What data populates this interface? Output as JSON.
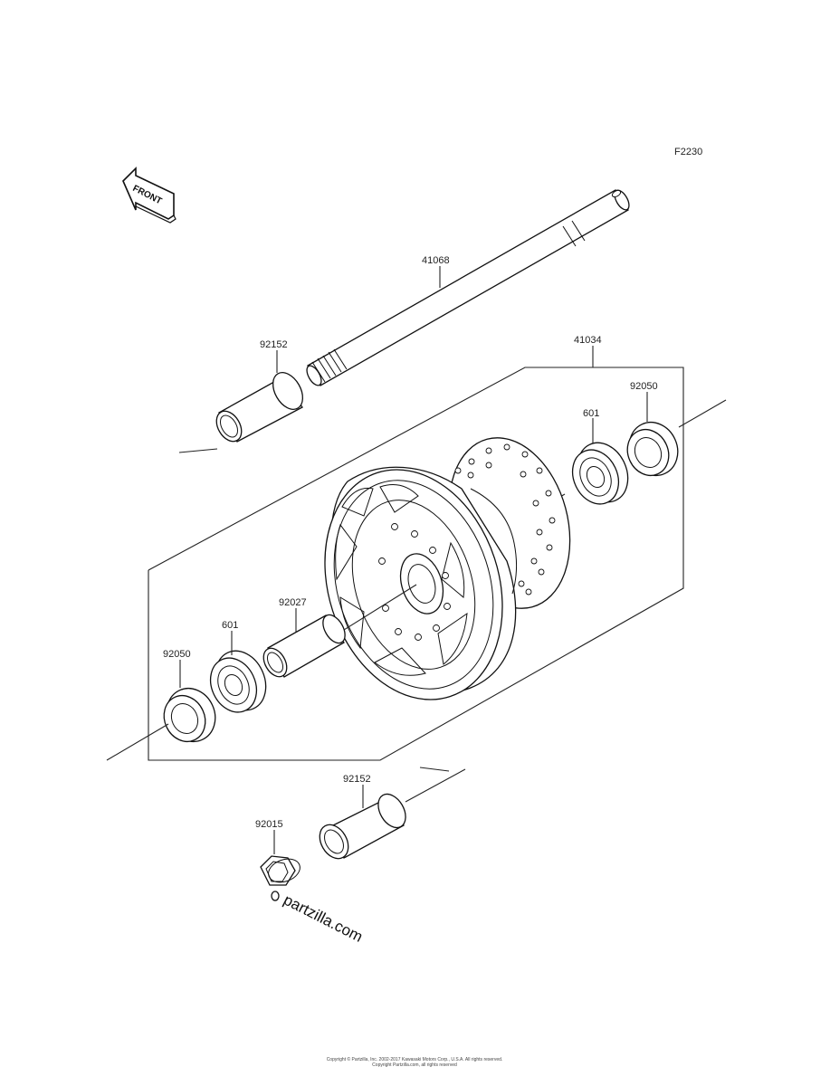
{
  "diagram_code": "F2230",
  "front_indicator": "FRONT",
  "watermark": "partzilla.com",
  "copyright": [
    "Copyright © Partzilla, Inc. 2002-2017 Kawasaki Motors Corp., U.S.A. All rights reserved.",
    "Copyright Partzilla.com, all rights reserved"
  ],
  "parts": {
    "axle": "41068",
    "collar_left": "92152",
    "hub_assembly": "41034",
    "seal_right": "92050",
    "bearing_right": "601",
    "spacer": "92027",
    "bearing_left": "601",
    "seal_left": "92050",
    "collar_right": "92152",
    "nut": "92015"
  }
}
